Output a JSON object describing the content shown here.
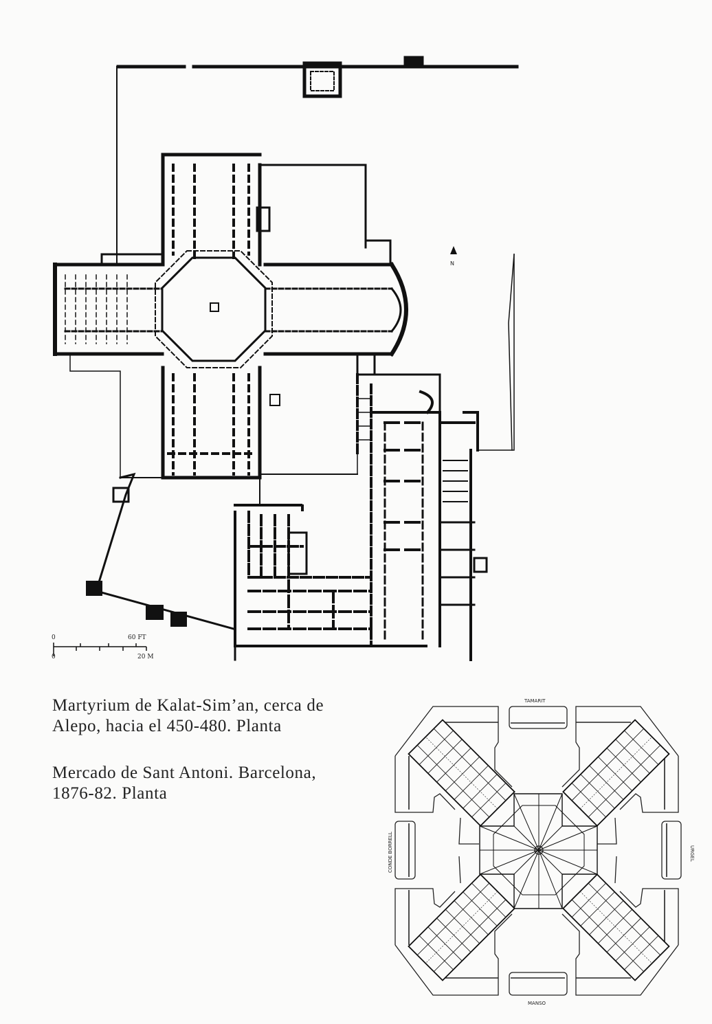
{
  "plan_martyrium": {
    "north_label": "N",
    "scale": {
      "ft_zero": "0",
      "ft_label": "60 FT",
      "m_zero": "0",
      "m_label": "20 M"
    }
  },
  "plan_market": {
    "streets": {
      "top": "TAMARIT",
      "left": "CONDE BORRELL",
      "right": "URGEL",
      "bottom": "MANSO"
    }
  },
  "captions": {
    "first": [
      "Martyrium de Kalat-Sim’an, cerca de",
      "Alepo, hacia el 450-480. Planta"
    ],
    "second": [
      "Mercado de Sant Antoni. Barcelona,",
      "1876-82. Planta"
    ]
  }
}
